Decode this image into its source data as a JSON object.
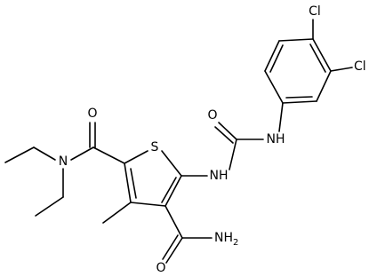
{
  "structure": {
    "atoms": {
      "o_amide_left": "O",
      "n_diethyl": "N",
      "s_thiophene": "S",
      "nh_thiophene": "NH",
      "o_urea": "O",
      "nh_aryl": "NH",
      "cl_top": "Cl",
      "cl_right": "Cl",
      "o_amide_bottom": "O",
      "nh2_amide": "NH",
      "nh2_subscript": "2"
    }
  }
}
